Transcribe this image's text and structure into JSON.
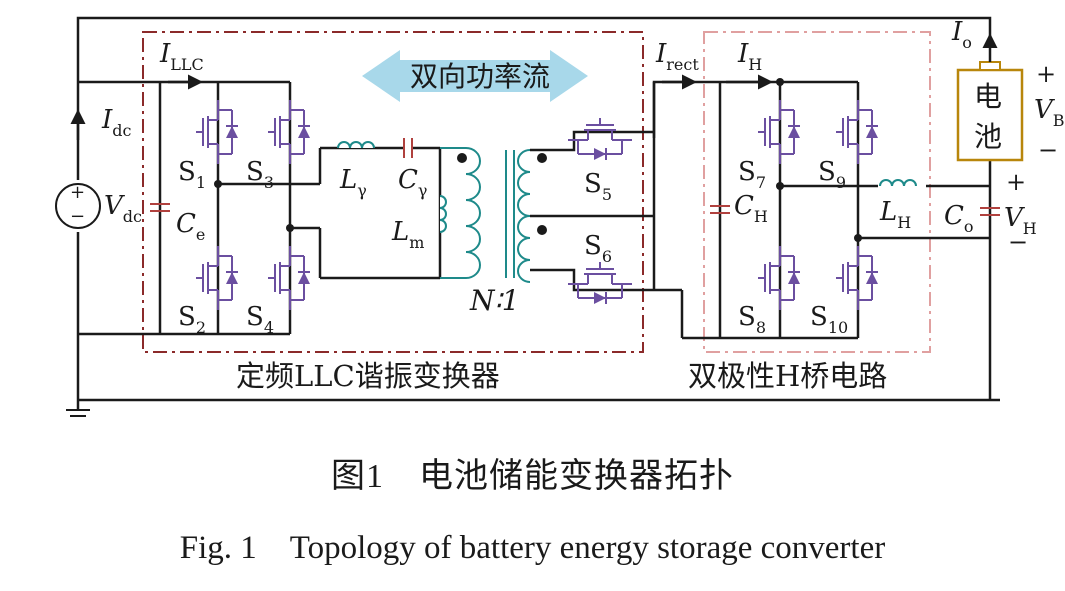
{
  "labels": {
    "i_llc": "I",
    "i_llc_sub": "LLC",
    "i_dc": "I",
    "i_dc_sub": "dc",
    "v_dc": "V",
    "v_dc_sub": "dc",
    "c_e": "C",
    "c_e_sub": "e",
    "s1": "S",
    "s1_sub": "1",
    "s2": "S",
    "s2_sub": "2",
    "s3": "S",
    "s3_sub": "3",
    "s4": "S",
    "s4_sub": "4",
    "s5": "S",
    "s5_sub": "5",
    "s6": "S",
    "s6_sub": "6",
    "s7": "S",
    "s7_sub": "7",
    "s8": "S",
    "s8_sub": "8",
    "s9": "S",
    "s9_sub": "9",
    "s10": "S",
    "s10_sub": "10",
    "l_r": "L",
    "l_r_sub": "γ",
    "c_r": "C",
    "c_r_sub": "γ",
    "l_m": "L",
    "l_m_sub": "m",
    "ratio": "N∶1",
    "power_flow": "双向功率流",
    "i_rect": "I",
    "i_rect_sub": "rect",
    "i_h": "I",
    "i_h_sub": "H",
    "c_h": "C",
    "c_h_sub": "H",
    "l_h": "L",
    "l_h_sub": "H",
    "c_o": "C",
    "c_o_sub": "o",
    "v_h": "V",
    "v_h_sub": "H",
    "i_o": "I",
    "i_o_sub": "o",
    "battery_1": "电",
    "battery_2": "池",
    "v_b": "V",
    "v_b_sub": "B",
    "plus": "+",
    "minus": "−",
    "llc_block": "定频LLC谐振变换器",
    "h_block": "双极性H桥电路"
  },
  "caption": {
    "cn": "图1　电池储能变换器拓扑",
    "en": "Fig. 1　Topology of battery energy storage converter"
  },
  "colors": {
    "wire": "#1a1a1a",
    "switch": "#6b4fa0",
    "transformer": "#1e8a8a",
    "capacitor": "#b0413e",
    "llc_box": "#8b2a2a",
    "h_box": "#e0a0a0",
    "battery": "#b8860b",
    "arrow_fill": "#a8d8ea"
  }
}
